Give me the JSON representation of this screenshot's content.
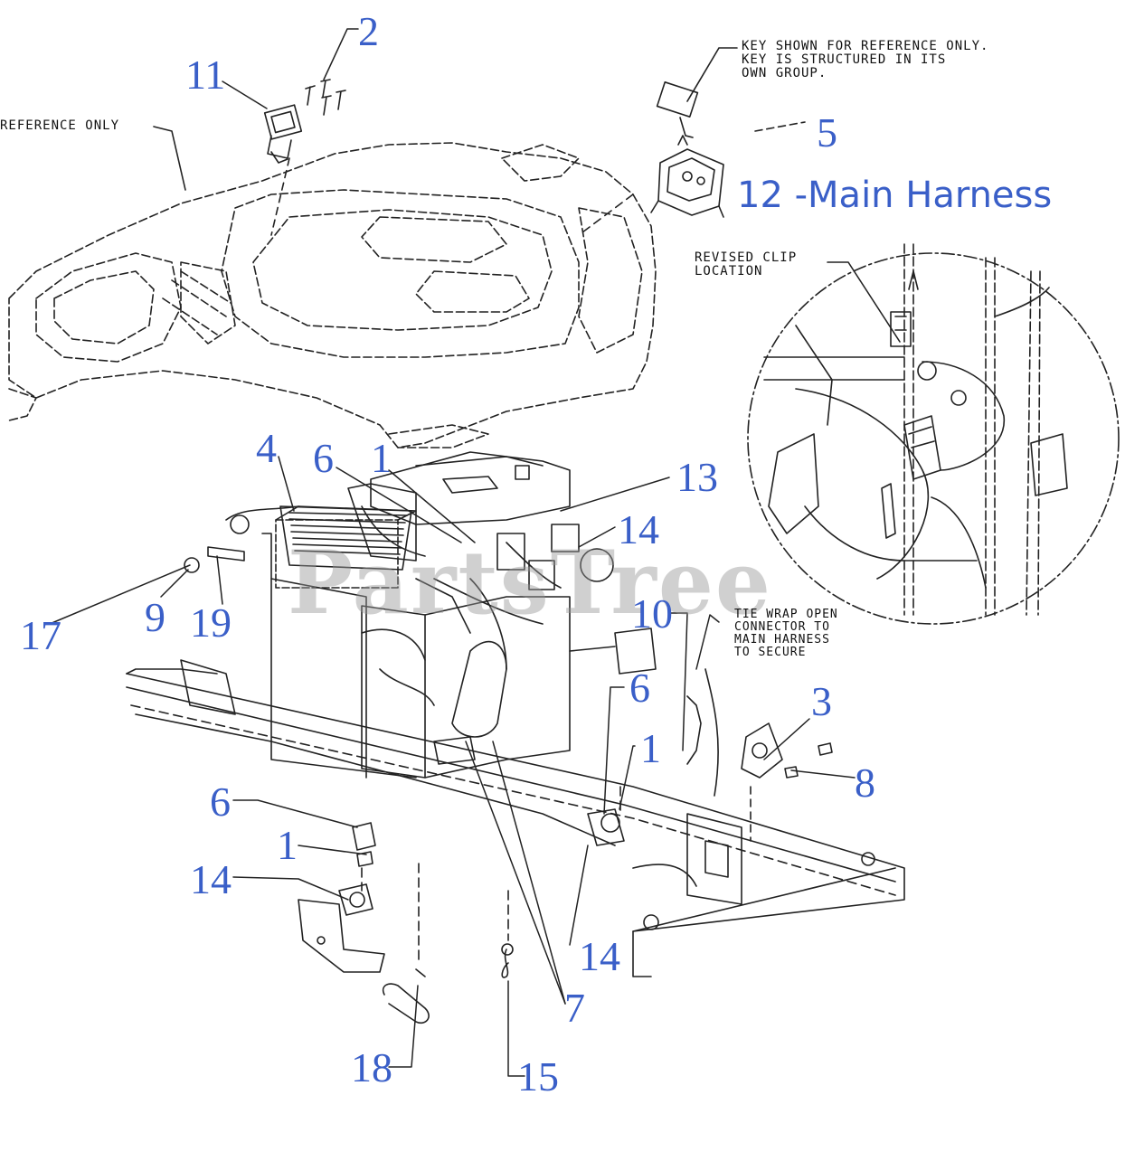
{
  "watermark": "PartsTree",
  "notes": {
    "key_reference": "KEY SHOWN FOR REFERENCE ONLY.\nKEY IS STRUCTURED IN ITS\nOWN GROUP.",
    "reference_only": "REFERENCE ONLY",
    "revised_clip": "REVISED CLIP\nLOCATION",
    "tie_wrap": "TIE WRAP OPEN\nCONNECTOR TO\nMAIN HARNESS\nTO SECURE"
  },
  "main_harness_label": "12 -Main Harness",
  "callouts": [
    {
      "id": "c2",
      "label": "2"
    },
    {
      "id": "c11",
      "label": "11"
    },
    {
      "id": "c5",
      "label": "5"
    },
    {
      "id": "c4",
      "label": "4"
    },
    {
      "id": "c6a",
      "label": "6"
    },
    {
      "id": "c1a",
      "label": "1"
    },
    {
      "id": "c13",
      "label": "13"
    },
    {
      "id": "c14a",
      "label": "14"
    },
    {
      "id": "c17",
      "label": "17"
    },
    {
      "id": "c9",
      "label": "9"
    },
    {
      "id": "c19",
      "label": "19"
    },
    {
      "id": "c10",
      "label": "10"
    },
    {
      "id": "c6b",
      "label": "6"
    },
    {
      "id": "c3",
      "label": "3"
    },
    {
      "id": "c1b",
      "label": "1"
    },
    {
      "id": "c8",
      "label": "8"
    },
    {
      "id": "c6c",
      "label": "6"
    },
    {
      "id": "c1c",
      "label": "1"
    },
    {
      "id": "c14b",
      "label": "14"
    },
    {
      "id": "c14c",
      "label": "14"
    },
    {
      "id": "c7",
      "label": "7"
    },
    {
      "id": "c18",
      "label": "18"
    },
    {
      "id": "c15",
      "label": "15"
    }
  ]
}
